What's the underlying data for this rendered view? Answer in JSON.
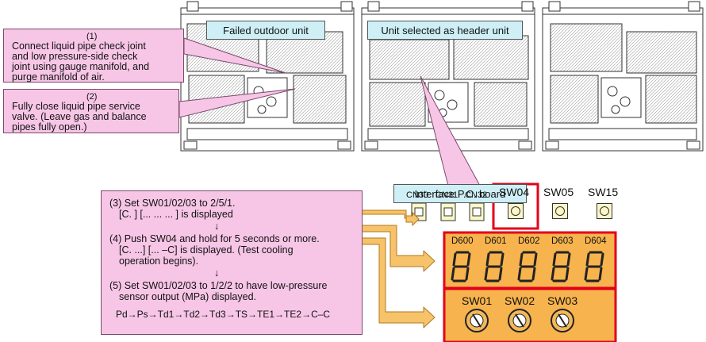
{
  "labels": {
    "failed_unit": "Failed outdoor unit",
    "header_unit": "Unit selected as header unit",
    "interface_board": "Interface P.C. board"
  },
  "steps": {
    "s1_num": "(1)",
    "s1_l1": "Connect liquid pipe check joint",
    "s1_l2": "and low pressure-side check",
    "s1_l3": "joint using gauge manifold, and",
    "s1_l4": "purge manifold of air.",
    "s2_num": "(2)",
    "s2_l1": "Fully close liquid pipe service",
    "s2_l2": "valve. (Leave gas and balance",
    "s2_l3": "pipes fully open.)",
    "s3_l1": "(3) Set SW01/02/03 to 2/5/1.",
    "s3_l2": "[C. ] [... ... ... ] is displayed",
    "arrow": "↓",
    "s4_l1": "(4) Push SW04 and hold for 5 seconds or more.",
    "s4_l2": "[C. ...] [... –C] is displayed. (Test cooling",
    "s4_l3": "operation begins).",
    "s5_l1": "(5) Set SW01/02/03 to 1/2/2 to have low-pressure",
    "s5_l2": "sensor output (MPa) displayed.",
    "sequence": "Pd→Ps→Td1→Td2→Td3→TS→TE1→TE2→C–C"
  },
  "connectors": [
    "CN30",
    "CN31",
    "CN32"
  ],
  "switches": {
    "sw04": "SW04",
    "sw05": "SW05",
    "sw15": "SW15",
    "sw01": "SW01",
    "sw02": "SW02",
    "sw03": "SW03"
  },
  "leds": [
    "D600",
    "D601",
    "D602",
    "D603",
    "D604"
  ],
  "colors": {
    "pink_box": "#f7c6e6",
    "cyan_label": "#cfeff6",
    "orange_panel": "#f7b34d",
    "highlight": "#e2001a",
    "arrow": "#f7c36a"
  }
}
